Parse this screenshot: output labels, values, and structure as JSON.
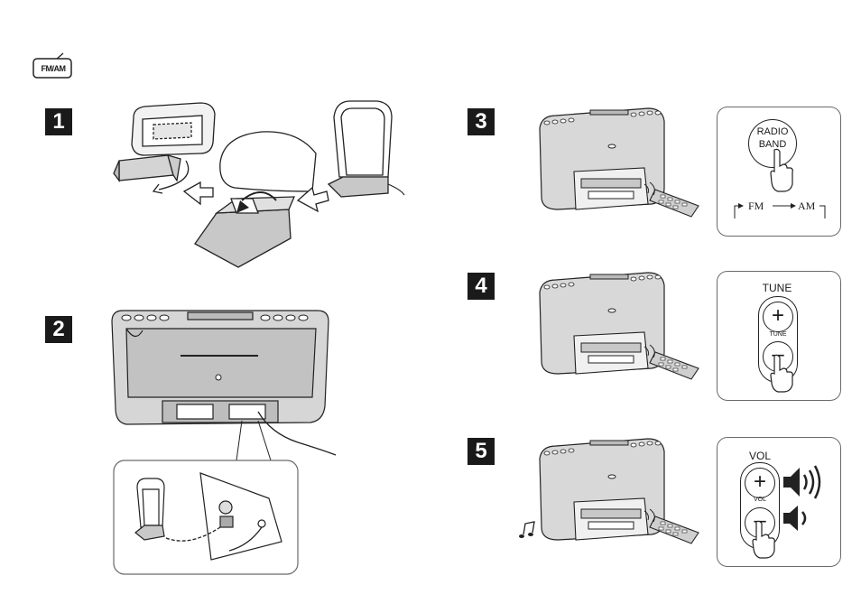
{
  "header": {
    "mode_icon_label": "FM/AM"
  },
  "steps": [
    {
      "number": "1"
    },
    {
      "number": "2"
    },
    {
      "number": "3",
      "button_line1": "RADIO",
      "button_line2": "BAND",
      "seq_fm": "FM",
      "seq_am": "AM"
    },
    {
      "number": "4",
      "title": "TUNE",
      "plus": "+",
      "mid": "TUNE",
      "minus": "–"
    },
    {
      "number": "5",
      "title": "VOL",
      "plus": "+",
      "mid": "VOL",
      "minus": "–"
    }
  ],
  "icons": [
    "radio-fmam-icon",
    "loop-antenna-icon",
    "speaker-unit-icon",
    "remote-control-icon",
    "pointing-hand-icon",
    "speaker-loud-icon",
    "speaker-quiet-icon",
    "music-note-icon"
  ]
}
